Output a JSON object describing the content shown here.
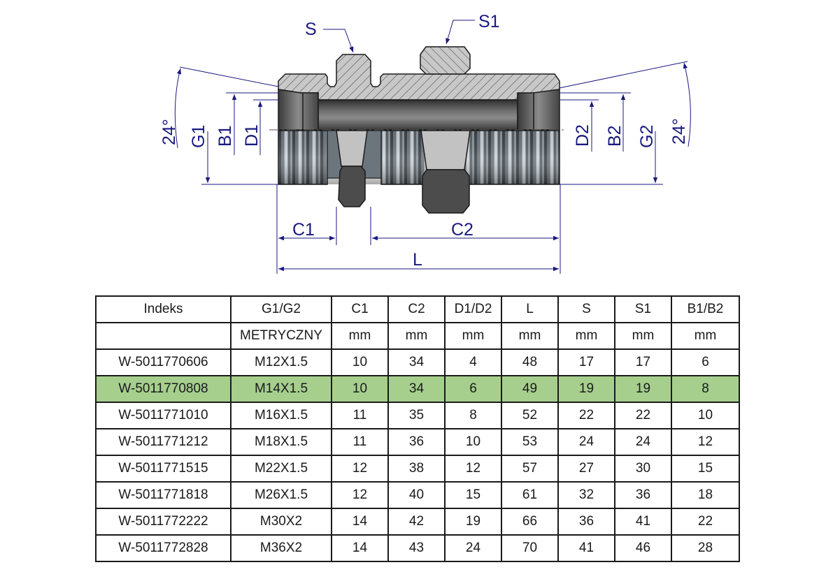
{
  "drawing": {
    "labels": {
      "S": "S",
      "S1": "S1",
      "G1": "G1",
      "B1": "B1",
      "D1": "D1",
      "D2": "D2",
      "B2": "B2",
      "G2": "G2",
      "angle_left": "24°",
      "angle_right": "24°",
      "C1": "C1",
      "C2": "C2",
      "L": "L"
    },
    "colors": {
      "dimension": "#1a1a80",
      "section_fill": "#c8c8c8",
      "steel_dark": "#4a4a4a"
    }
  },
  "table": {
    "highlight_color": "#a6cf8e",
    "headers": [
      "Indeks",
      "G1/G2",
      "C1",
      "C2",
      "D1/D2",
      "L",
      "S",
      "S1",
      "B1/B2"
    ],
    "units": [
      "",
      "METRYCZNY",
      "mm",
      "mm",
      "mm",
      "mm",
      "mm",
      "mm",
      "mm"
    ],
    "rows": [
      {
        "cells": [
          "W-5011770606",
          "M12X1.5",
          "10",
          "34",
          "4",
          "48",
          "17",
          "17",
          "6"
        ],
        "highlighted": false
      },
      {
        "cells": [
          "W-5011770808",
          "M14X1.5",
          "10",
          "34",
          "6",
          "49",
          "19",
          "19",
          "8"
        ],
        "highlighted": true
      },
      {
        "cells": [
          "W-5011771010",
          "M16X1.5",
          "11",
          "35",
          "8",
          "52",
          "22",
          "22",
          "10"
        ],
        "highlighted": false
      },
      {
        "cells": [
          "W-5011771212",
          "M18X1.5",
          "11",
          "36",
          "10",
          "53",
          "24",
          "24",
          "12"
        ],
        "highlighted": false
      },
      {
        "cells": [
          "W-5011771515",
          "M22X1.5",
          "12",
          "38",
          "12",
          "57",
          "27",
          "30",
          "15"
        ],
        "highlighted": false
      },
      {
        "cells": [
          "W-5011771818",
          "M26X1.5",
          "12",
          "40",
          "15",
          "61",
          "32",
          "36",
          "18"
        ],
        "highlighted": false
      },
      {
        "cells": [
          "W-5011772222",
          "M30X2",
          "14",
          "42",
          "19",
          "66",
          "36",
          "41",
          "22"
        ],
        "highlighted": false
      },
      {
        "cells": [
          "W-5011772828",
          "M36X2",
          "14",
          "43",
          "24",
          "70",
          "41",
          "46",
          "28"
        ],
        "highlighted": false
      }
    ]
  }
}
